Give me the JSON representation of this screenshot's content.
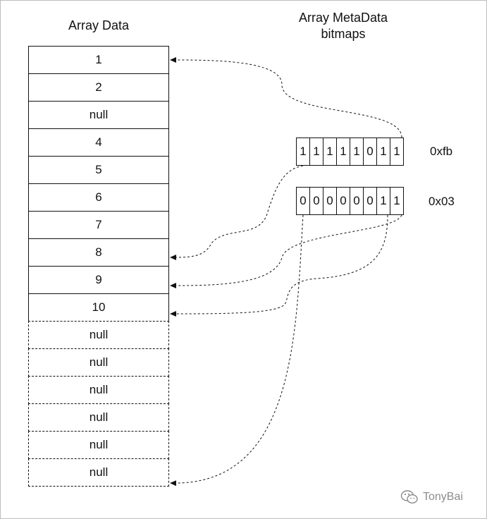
{
  "titles": {
    "array": "Array Data",
    "meta_line1": "Array MetaData",
    "meta_line2": "bitmaps"
  },
  "array_cells": [
    {
      "value": "1",
      "style": "solid"
    },
    {
      "value": "2",
      "style": "solid"
    },
    {
      "value": "null",
      "style": "solid"
    },
    {
      "value": "4",
      "style": "solid"
    },
    {
      "value": "5",
      "style": "solid"
    },
    {
      "value": "6",
      "style": "solid"
    },
    {
      "value": "7",
      "style": "solid"
    },
    {
      "value": "8",
      "style": "solid"
    },
    {
      "value": "9",
      "style": "solid"
    },
    {
      "value": "10",
      "style": "solid"
    },
    {
      "value": "null",
      "style": "dashed"
    },
    {
      "value": "null",
      "style": "dashed"
    },
    {
      "value": "null",
      "style": "dashed"
    },
    {
      "value": "null",
      "style": "dashed"
    },
    {
      "value": "null",
      "style": "dashed"
    },
    {
      "value": "null",
      "style": "dashed"
    }
  ],
  "bitmaps": [
    {
      "bits": [
        "1",
        "1",
        "1",
        "1",
        "1",
        "0",
        "1",
        "1"
      ],
      "hex": "0xfb"
    },
    {
      "bits": [
        "0",
        "0",
        "0",
        "0",
        "0",
        "0",
        "1",
        "1"
      ],
      "hex": "0x03"
    }
  ],
  "watermark": {
    "text": "TonyBai",
    "icon": "wechat-icon"
  },
  "colors": {
    "line": "#111111",
    "watermark": "#8c8c8c"
  }
}
